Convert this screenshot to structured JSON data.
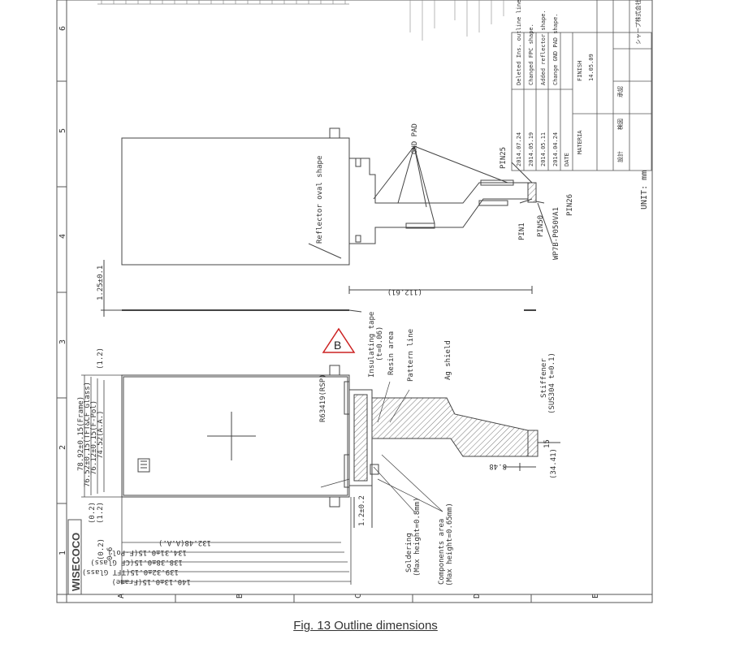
{
  "caption": "Fig. 13 Outline dimensions",
  "logo": "WISECOCO",
  "grid_letters": [
    "A",
    "B",
    "C",
    "D",
    "E"
  ],
  "grid_numbers": [
    "1",
    "2",
    "3",
    "4",
    "5",
    "6"
  ],
  "unit_label": "UNIT: mm",
  "callout_b": "B",
  "top_view": {
    "dim_thickness": "1.25±0.1",
    "dim_fpc_length": "(112.61)",
    "labels": {
      "reflector": "Reflector oval shape",
      "gnd_pad": "GND PAD",
      "pin1": "PIN1",
      "pin25": "PIN25",
      "pin26": "PIN26",
      "pin50": "PIN50",
      "connector": "WP7B-P050VA1"
    }
  },
  "front_view": {
    "horizontal_dims": [
      "132.48(A.A.)",
      "134.31±0.15(F-Pol)",
      "138.38±0.15(CF Glass)",
      "139.32±0.15(TFT Glass)",
      "140.13±0.15(Frame)"
    ],
    "vertical_dims": [
      "78.92±0.15(Frame)",
      "76.52±0.15(TFT&CF Glass)",
      "76.12±0.15(F-Pol)",
      "74.52(A.A.)"
    ],
    "small_dims": [
      "(1.2)",
      "(0.2)",
      "(1.2)",
      "(0.2)",
      "0.6",
      "1.2±0.2",
      "8.48",
      "(34.41)",
      "15"
    ],
    "labels": {
      "ic": "R63419(RSP)",
      "insulating": "Insulating tape",
      "insulating_dim": "(t=0.06)",
      "resin": "Resin area",
      "pattern": "Pattern line",
      "ag_shield": "Ag shield",
      "stiffener": "Stiffener",
      "stiffener_spec": "(SUS304 t=0.1)",
      "soldering": "Soldering",
      "soldering_h": "(Max height=0.8mm)",
      "components": "Components area",
      "components_h": "(Max height=0.65mm)"
    }
  },
  "revisions": [
    {
      "date": "2014.07.24",
      "note": "Deleted Ins. outline lines."
    },
    {
      "date": "2014.05.19",
      "note": "Changed FPC shape."
    },
    {
      "date": "2014.05.11",
      "note": "Added reflector shape."
    },
    {
      "date": "2014.04.24",
      "note": "Change GND PAD shape."
    }
  ],
  "title_block": {
    "material": "MATERIA",
    "finish": "FINISH",
    "date_label": "DATE",
    "drawn": "設計",
    "checked": "検図",
    "approved": "承認",
    "company": "シャープ株式会社",
    "date_value": "14.05.09"
  },
  "colors": {
    "line": "#444444",
    "callout": "#cc2222"
  }
}
